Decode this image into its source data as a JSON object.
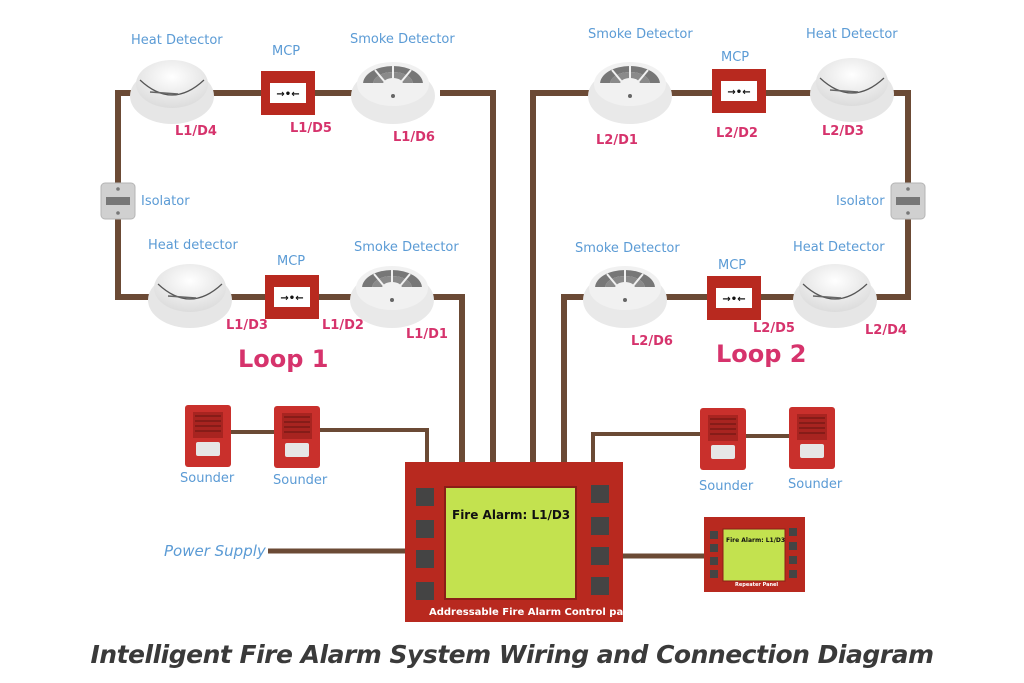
{
  "title": "Intelligent Fire Alarm System Wiring and Connection Diagram",
  "colors": {
    "wire": "#6b4a35",
    "device_red": "#c0302a",
    "screen_green": "#c3e24f",
    "label_blue": "#5b9bd5",
    "address_pink": "#d6336c"
  },
  "loop1": {
    "label": "Loop 1",
    "devices": [
      {
        "type": "Heat Detector",
        "label": "Heat Detector",
        "address": "L1/D4"
      },
      {
        "type": "MCP",
        "label": "MCP",
        "address": "L1/D5"
      },
      {
        "type": "Smoke Detector",
        "label": "Smoke Detector",
        "address": "L1/D6"
      },
      {
        "type": "Isolator",
        "label": "Isolator"
      },
      {
        "type": "Heat Detector",
        "label": "Heat detector",
        "address": "L1/D3"
      },
      {
        "type": "MCP",
        "label": "MCP",
        "address": "L1/D2"
      },
      {
        "type": "Smoke Detector",
        "label": "Smoke Detector",
        "address": "L1/D1"
      }
    ]
  },
  "loop2": {
    "label": "Loop 2",
    "devices": [
      {
        "type": "Smoke Detector",
        "label": "Smoke Detector",
        "address": "L2/D1"
      },
      {
        "type": "MCP",
        "label": "MCP",
        "address": "L2/D2"
      },
      {
        "type": "Heat Detector",
        "label": "Heat Detector",
        "address": "L2/D3"
      },
      {
        "type": "Isolator",
        "label": "Isolator"
      },
      {
        "type": "Smoke Detector",
        "label": "Smoke Detector",
        "address": "L2/D6"
      },
      {
        "type": "MCP",
        "label": "MCP",
        "address": "L2/D5"
      },
      {
        "type": "Heat Detector",
        "label": "Heat Detector",
        "address": "L2/D4"
      }
    ]
  },
  "sounders": [
    "Sounder",
    "Sounder",
    "Sounder",
    "Sounder"
  ],
  "power_supply": "Power Supply",
  "control_panel": {
    "caption": "Addressable Fire Alarm Control panel",
    "screen_text": "Fire Alarm: L1/D3"
  },
  "repeater_panel": {
    "caption": "Repeater Panel",
    "screen_text": "Fire Alarm: L1/D3"
  }
}
